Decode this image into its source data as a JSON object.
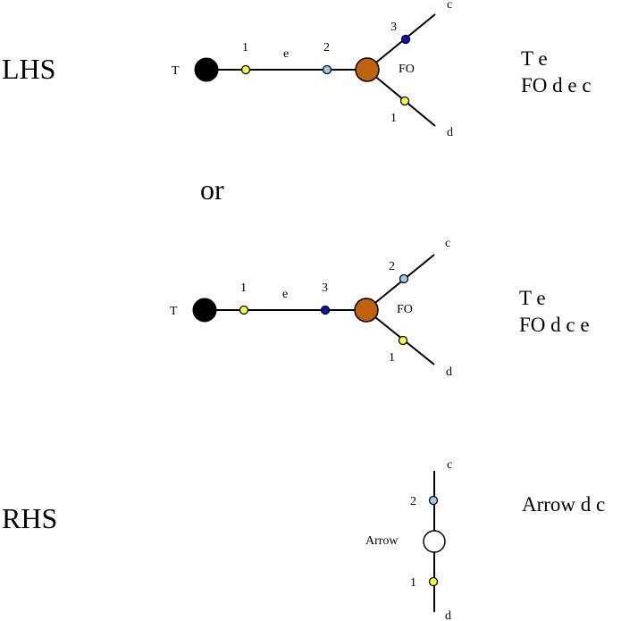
{
  "section_labels": {
    "lhs": "LHS",
    "or": "or",
    "rhs": "RHS"
  },
  "colors": {
    "black_node": "#000000",
    "orange_node": "#c0620b",
    "white_node": "#ffffff",
    "port_yellow": "#ffff33",
    "port_lightblue": "#99ccee",
    "port_darkblue": "#1111bb"
  },
  "diagram1": {
    "t_label": "T",
    "fo_label": "FO",
    "edge_label": "e",
    "port_t": "1",
    "port_fo_e": "2",
    "port_fo_c": "3",
    "port_fo_d": "1",
    "wire_c": "c",
    "wire_d": "d",
    "formula": [
      "T e",
      "FO d e c"
    ]
  },
  "diagram2": {
    "t_label": "T",
    "fo_label": "FO",
    "edge_label": "e",
    "port_t": "1",
    "port_fo_e": "3",
    "port_fo_c": "2",
    "port_fo_d": "1",
    "wire_c": "c",
    "wire_d": "d",
    "formula": [
      "T e",
      "FO d c e"
    ]
  },
  "diagram3": {
    "arrow_label": "Arrow",
    "port_c": "2",
    "port_d": "1",
    "wire_c": "c",
    "wire_d": "d",
    "formula": [
      "Arrow d c"
    ]
  }
}
